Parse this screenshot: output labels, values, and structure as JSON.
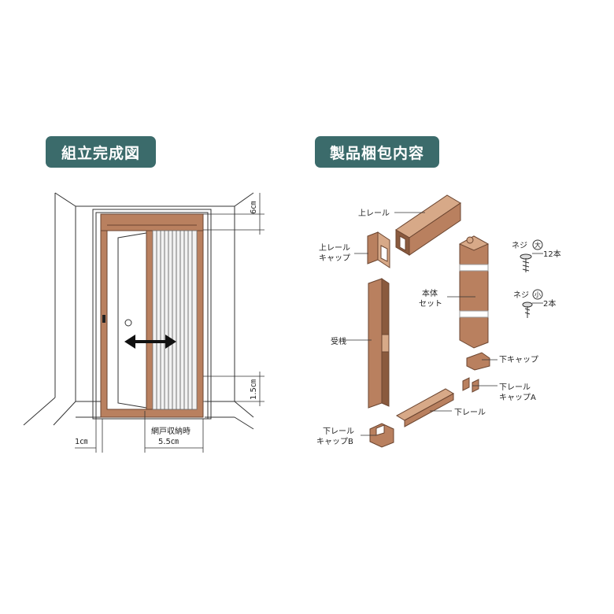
{
  "headings": {
    "left": "組立完成図",
    "right": "製品梱包内容"
  },
  "assembly": {
    "dim_top": "6㎝",
    "dim_side": "1.5㎝",
    "dim_bottom_left": "1㎝",
    "dim_bottom_label": "網戸収納時",
    "dim_bottom_value": "5.5㎝"
  },
  "parts": {
    "upper_rail": "上レール",
    "upper_rail_cap_1": "上レール",
    "upper_rail_cap_2": "キャップ",
    "body_set_1": "本体",
    "body_set_2": "セット",
    "jamb": "受桟",
    "screw_large": "ネジ",
    "screw_large_mark": "大",
    "screw_large_count": "12本",
    "screw_small": "ネジ",
    "screw_small_mark": "小",
    "screw_small_count": "2本",
    "lower_cap": "下キャップ",
    "lower_rail_cap_a_1": "下レール",
    "lower_rail_cap_a_2": "キャップA",
    "lower_rail": "下レール",
    "lower_rail_cap_b_1": "下レール",
    "lower_rail_cap_b_2": "キャップB"
  },
  "colors": {
    "badge": "#3b6b6b",
    "wood": "#b9805f",
    "wood_dark": "#8a5a3e",
    "wood_light": "#d7a988"
  }
}
